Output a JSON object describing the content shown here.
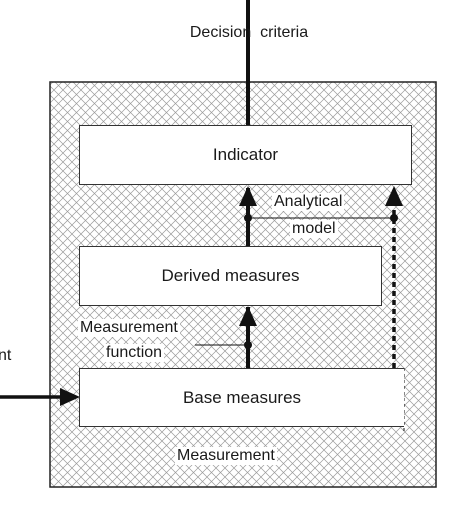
{
  "labels": {
    "decision_criteria": "Decision  criteria",
    "indicator": "Indicator",
    "analytical_model_line1": "Analytical",
    "analytical_model_line2": "model",
    "derived_measures": "Derived measures",
    "measurement_function_line1": "Measurement",
    "measurement_function_line2": "function",
    "base_measures": "Base measures",
    "measurement": "Measurement",
    "left_partial": "nt"
  },
  "colors": {
    "ink": "#111111",
    "frame_fill": "#ffffff",
    "hatch": "#9a9a9a"
  }
}
